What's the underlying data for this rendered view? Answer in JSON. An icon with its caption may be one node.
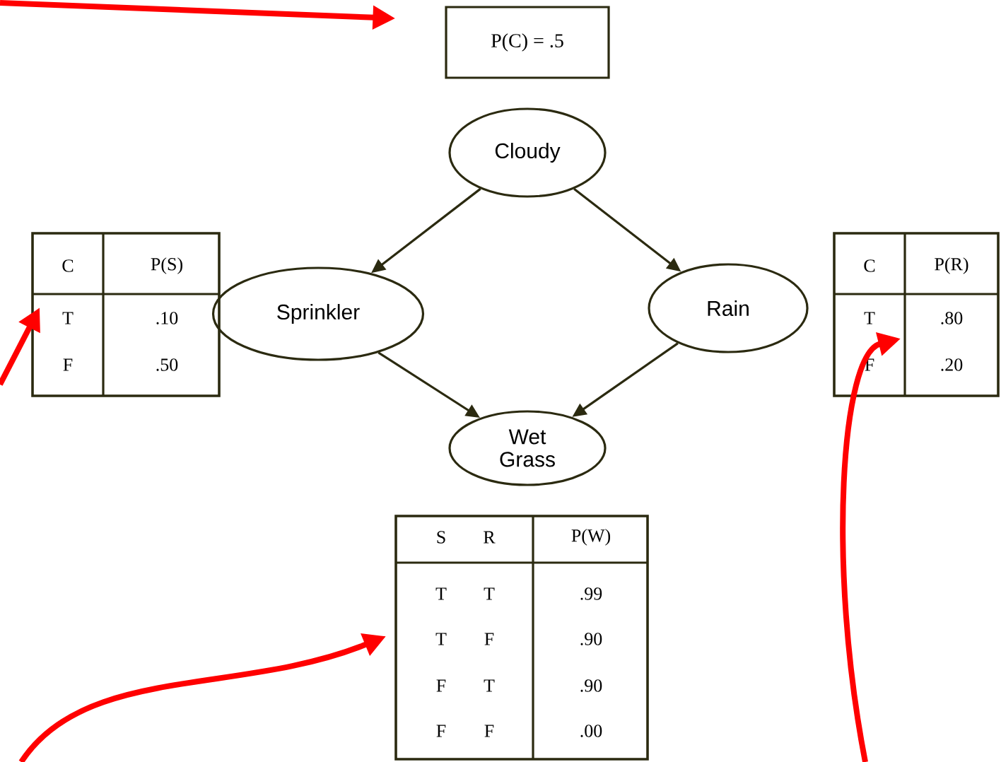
{
  "diagram": {
    "nodes": [
      {
        "text": [
          "P(C) = .5"
        ]
      },
      {
        "text": [
          "Cloudy"
        ]
      },
      {
        "text": [
          "Sprinkler"
        ]
      },
      {
        "text": [
          "Rain"
        ]
      },
      {
        "text": [
          "Wet Grass"
        ]
      },
      {
        "text": [
          "C",
          "P(S)",
          "T",
          ".10",
          "F",
          ".50"
        ]
      },
      {
        "text": [
          "C",
          "P(R)",
          "T",
          ".80",
          "F",
          ".20"
        ]
      },
      {
        "text": [
          "S",
          "R",
          "P(W)",
          "T",
          "T",
          ".99",
          "T",
          "F",
          ".90",
          "F",
          "T",
          ".90",
          "F",
          "F",
          ".00"
        ]
      }
    ],
    "edges": [
      {
        "from": 1,
        "to": 2,
        "arrow": "to"
      },
      {
        "from": 1,
        "to": 3,
        "arrow": "to"
      },
      {
        "from": 2,
        "to": 4,
        "arrow": "to"
      },
      {
        "from": 3,
        "to": 4,
        "arrow": "to"
      },
      {
        "from": null,
        "to": 0,
        "arrow": "to",
        "style": "thick",
        "color": "#ff0000"
      },
      {
        "from": null,
        "to": 5,
        "arrow": "to",
        "style": "thick",
        "color": "#ff0000"
      },
      {
        "from": null,
        "to": 6,
        "arrow": "to",
        "style": "thick",
        "color": "#ff0000"
      },
      {
        "from": null,
        "to": 7,
        "arrow": "to",
        "style": "thick",
        "color": "#ff0000"
      }
    ]
  }
}
